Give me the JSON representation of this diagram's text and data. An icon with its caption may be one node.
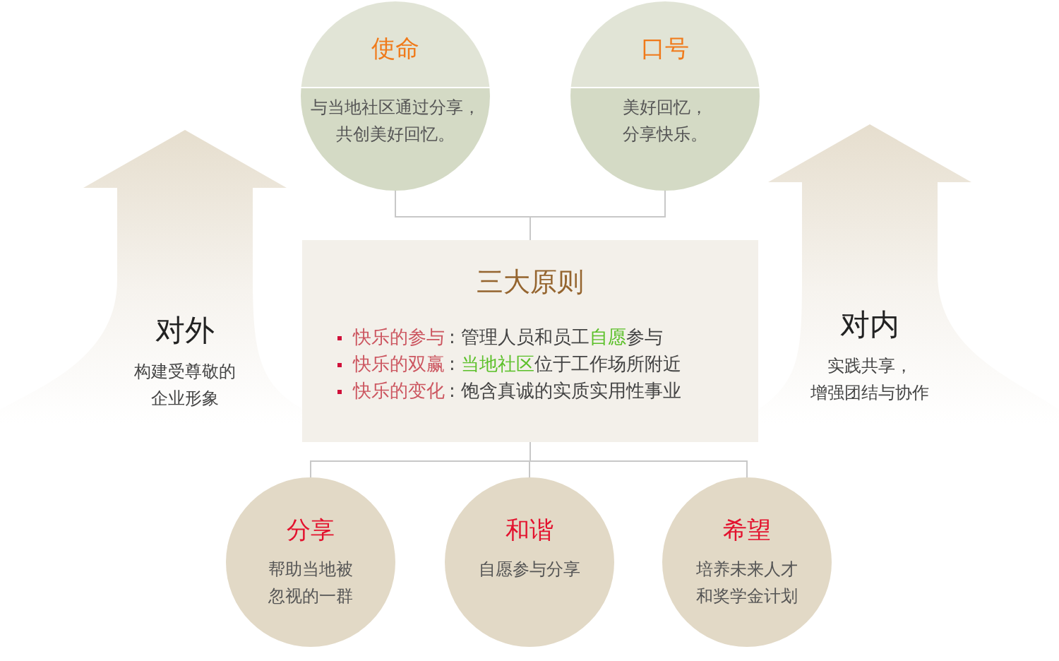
{
  "diagram": {
    "nodes": [
      {
        "text": [
          "使命",
          "与当地社区通过分享，共创美好回忆。"
        ]
      },
      {
        "text": [
          "口号",
          "美好回忆，分享快乐。"
        ]
      },
      {
        "text": [
          "对外",
          "构建受尊敬的企业形象"
        ]
      },
      {
        "text": [
          "三大原则",
          "快乐的参与",
          ": 管理人员和员工**自愿**参与",
          "快乐的双赢",
          ": **当地社区**位于工作场所附近",
          "快乐的变化",
          ": 饱含真诚的实质实用性事业"
        ]
      },
      {
        "text": [
          "对内",
          "实践共享，增强团结与协作"
        ]
      },
      {
        "text": [
          "分享",
          "帮助当地被忽视的一群"
        ]
      },
      {
        "text": [
          "和谐",
          "自愿参与分享"
        ]
      },
      {
        "text": [
          "希望",
          "培养未来人才和奖学金计划"
        ]
      }
    ],
    "edges": [
      {
        "from": 0,
        "to": 3,
        "arrow": "none"
      },
      {
        "from": 1,
        "to": 3,
        "arrow": "none"
      },
      {
        "from": 3,
        "to": 5,
        "arrow": "none"
      },
      {
        "from": 3,
        "to": 6,
        "arrow": "none"
      },
      {
        "from": 3,
        "to": 7,
        "arrow": "none"
      }
    ]
  }
}
